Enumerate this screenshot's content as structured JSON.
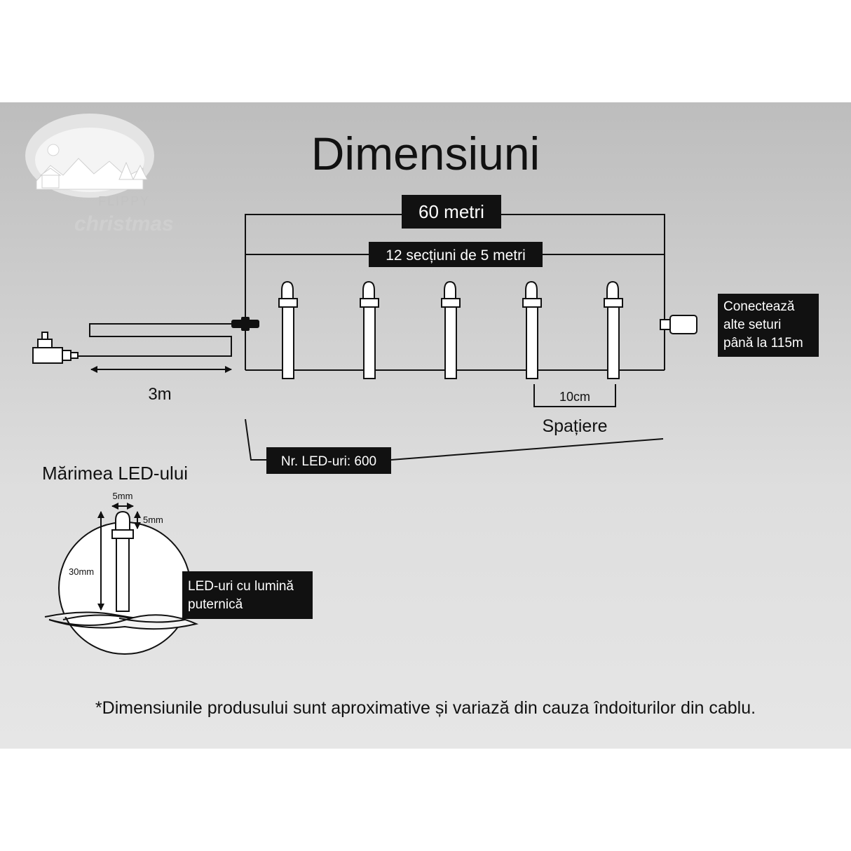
{
  "title": "Dimensiuni",
  "logo": {
    "brand_top": "FLIPPY",
    "brand_bottom": "christmas"
  },
  "labels": {
    "total_length": "60 metri",
    "sections": "12 secțiuni de 5 metri",
    "connect": [
      "Conectează",
      "alte seturi",
      "până la 115m"
    ],
    "lead_length": "3m",
    "spacing_value": "10cm",
    "spacing_label": "Spațiere",
    "led_count": "Nr. LED-uri: 600",
    "led_size_title": "Mărimea LED-ului",
    "dim_width": "5mm",
    "dim_head": "5mm",
    "dim_height": "30mm",
    "bright": [
      "LED-uri cu lumină",
      "puternică"
    ]
  },
  "footnote": "*Dimensiunile produsului sunt aproximative și variază din cauza îndoiturilor din cablu.",
  "colors": {
    "label_bg": "#111111",
    "label_fg": "#ffffff",
    "line": "#111111"
  }
}
